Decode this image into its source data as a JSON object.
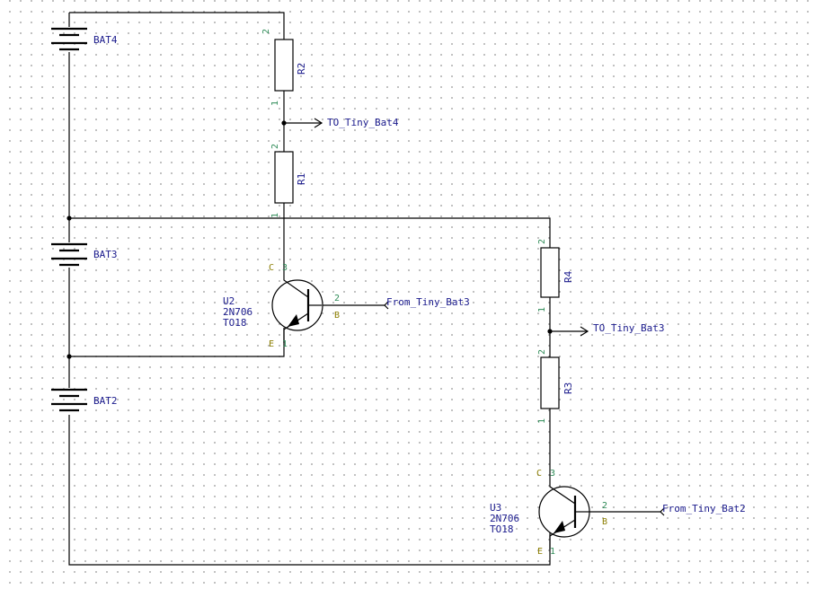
{
  "components": {
    "bat4": {
      "ref": "BAT4"
    },
    "bat3": {
      "ref": "BAT3"
    },
    "bat2": {
      "ref": "BAT2"
    },
    "r1": {
      "ref": "R1",
      "pin1": "1",
      "pin2": "2"
    },
    "r2": {
      "ref": "R2",
      "pin1": "1",
      "pin2": "2"
    },
    "r3": {
      "ref": "R3",
      "pin1": "1",
      "pin2": "2"
    },
    "r4": {
      "ref": "R4",
      "pin1": "1",
      "pin2": "2"
    },
    "u2": {
      "ref": "U2",
      "part": "2N706",
      "package": "TO18",
      "pin_c_num": "3",
      "pin_c_name": "C",
      "pin_b_num": "2",
      "pin_b_name": "B",
      "pin_e_num": "1",
      "pin_e_name": "E"
    },
    "u3": {
      "ref": "U3",
      "part": "2N706",
      "package": "TO18",
      "pin_c_num": "3",
      "pin_c_name": "C",
      "pin_b_num": "2",
      "pin_b_name": "B",
      "pin_e_num": "1",
      "pin_e_name": "E"
    }
  },
  "nets": {
    "to_tiny_bat4": "TO_Tiny_Bat4",
    "to_tiny_bat3": "TO_Tiny_Bat3",
    "from_tiny_bat3": "From_Tiny_Bat3",
    "from_tiny_bat2": "From_Tiny_Bat2"
  },
  "colors": {
    "wire": "#000000",
    "reference_text": "#1a1a8c",
    "pin_number": "#2e8b57",
    "pin_name": "#8b7d00",
    "grid_dot": "#9a9a9a"
  }
}
